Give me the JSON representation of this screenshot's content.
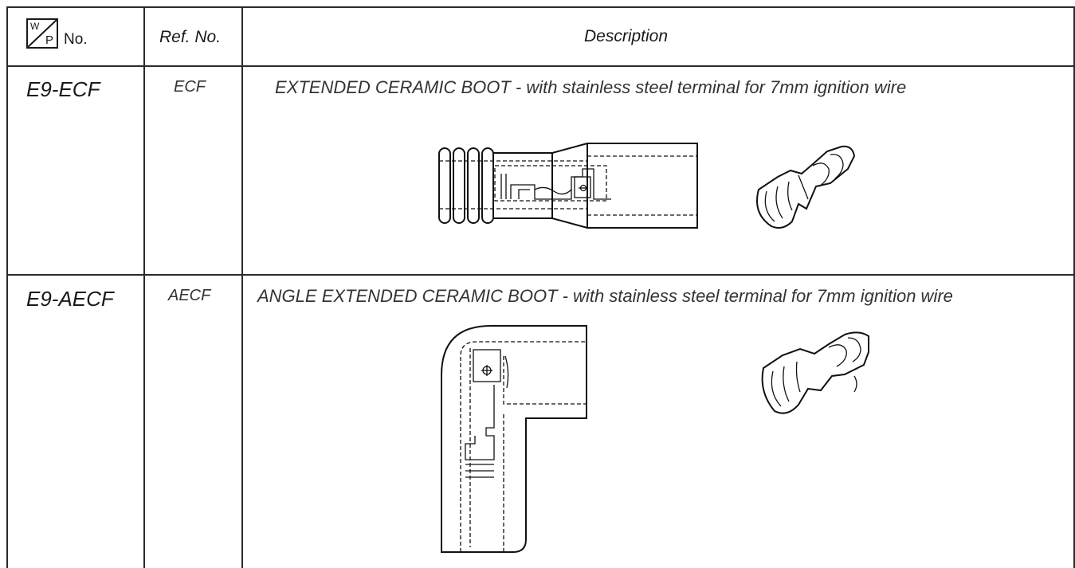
{
  "header": {
    "wp_top": "W",
    "wp_bottom": "P",
    "wp_no": "No.",
    "ref_no": "Ref. No.",
    "description": "Description"
  },
  "rows": [
    {
      "part_no": "E9-ECF",
      "ref_no": "ECF",
      "description": "EXTENDED CERAMIC BOOT - with stainless steel terminal for 7mm ignition wire",
      "drawings": [
        "straight-boot-drawing",
        "terminal-drawing"
      ]
    },
    {
      "part_no": "E9-AECF",
      "ref_no": "AECF",
      "description": "ANGLE EXTENDED CERAMIC BOOT - with stainless steel terminal for 7mm ignition wire",
      "drawings": [
        "angle-boot-drawing",
        "terminal-drawing"
      ]
    }
  ]
}
